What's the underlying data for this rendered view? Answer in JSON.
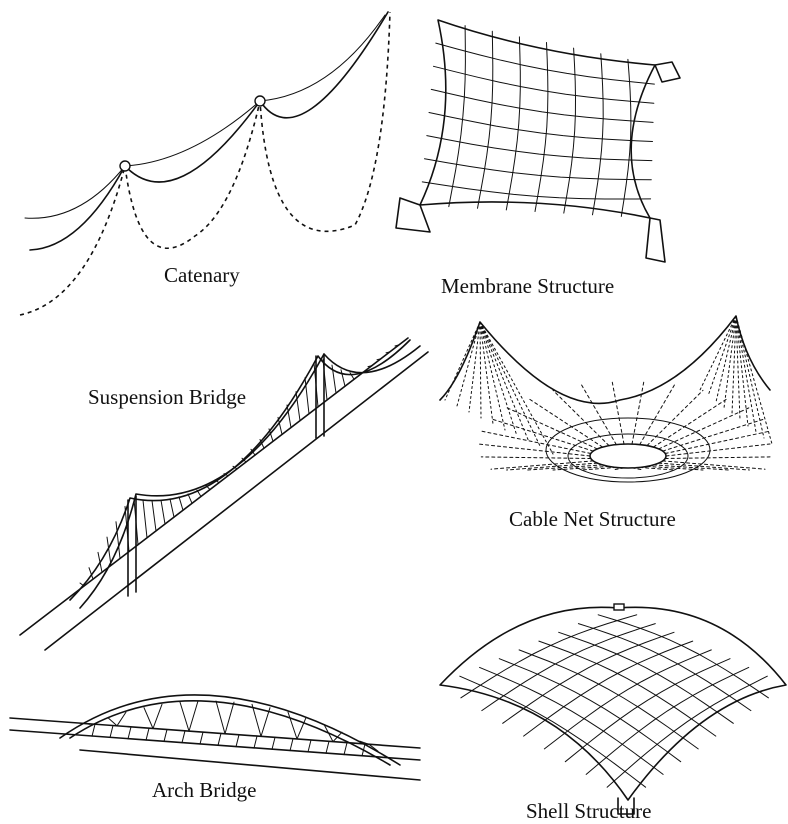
{
  "figures": [
    {
      "id": "catenary",
      "caption": "Catenary"
    },
    {
      "id": "membrane",
      "caption": "Membrane Structure"
    },
    {
      "id": "suspension",
      "caption": "Suspension Bridge"
    },
    {
      "id": "cablenet",
      "caption": "Cable Net Structure"
    },
    {
      "id": "arch",
      "caption": "Arch Bridge"
    },
    {
      "id": "shell",
      "caption": "Shell Structure"
    }
  ]
}
